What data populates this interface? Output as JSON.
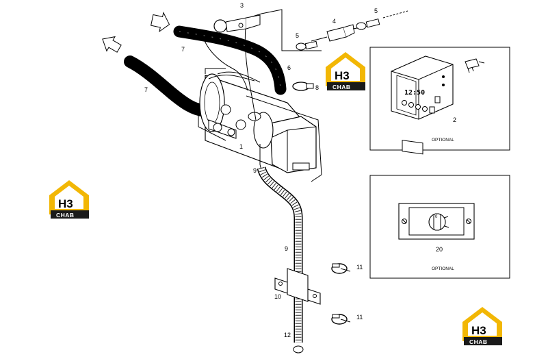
{
  "labels": {
    "part_1": "1",
    "part_2": "2",
    "part_3": "3",
    "part_4": "4",
    "part_5a": "5",
    "part_5b": "5",
    "part_6": "6",
    "part_7a": "7",
    "part_7b": "7",
    "part_8": "8",
    "part_9a": "9",
    "part_9b": "9",
    "part_10": "10",
    "part_11a": "11",
    "part_11b": "11",
    "part_12": "12",
    "part_20": "20"
  },
  "panels": {
    "timer": {
      "caption": "OPTIONAL",
      "display": "12:50"
    },
    "switch": {
      "caption": "OPTIONAL"
    }
  },
  "watermark": {
    "line1": "H3",
    "line2": "CHAB",
    "accent_color": "#f2b705"
  }
}
